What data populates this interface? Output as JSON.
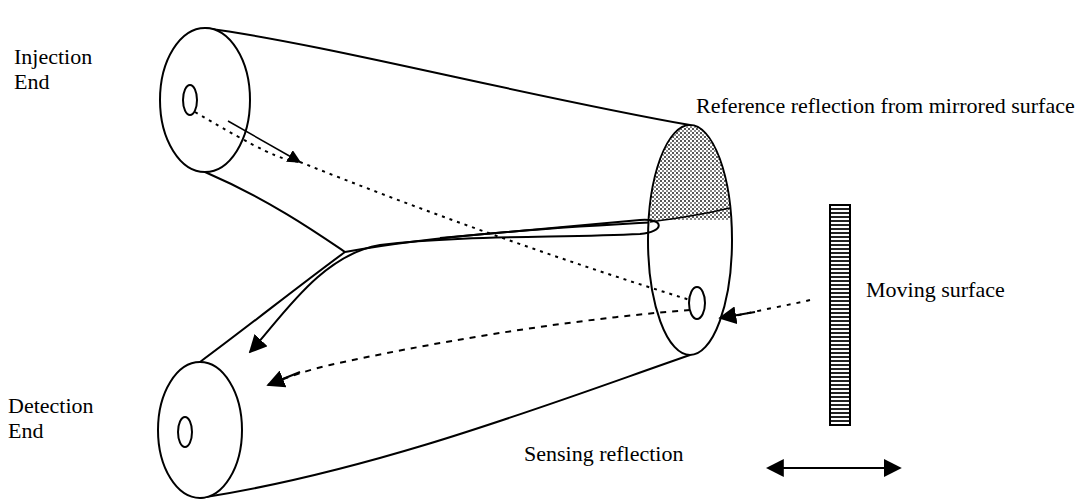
{
  "diagram": {
    "labels": [
      "Injection End",
      "Reference reflection from mirrored surface",
      "Moving surface",
      "Detection End",
      "Sensing reflection"
    ]
  }
}
